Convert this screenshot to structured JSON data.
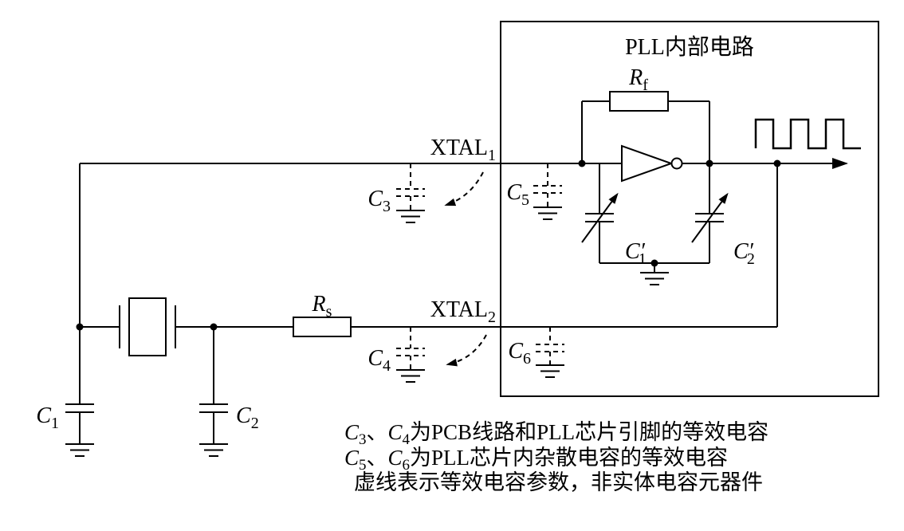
{
  "figure": {
    "box_title": "PLL内部电路",
    "labels": {
      "xtal1": {
        "main": "XTAL",
        "sub": "1"
      },
      "xtal2": {
        "main": "XTAL",
        "sub": "2"
      },
      "rf": {
        "main": "R",
        "sub": "f"
      },
      "rs": {
        "main": "R",
        "sub": "s"
      },
      "c1": {
        "main": "C",
        "sub": "1"
      },
      "c2": {
        "main": "C",
        "sub": "2"
      },
      "c3": {
        "main": "C",
        "sub": "3"
      },
      "c4": {
        "main": "C",
        "sub": "4"
      },
      "c5": {
        "main": "C",
        "sub": "5"
      },
      "c6": {
        "main": "C",
        "sub": "6"
      },
      "c1_prime": {
        "main": "C",
        "prime": "′",
        "sub": "1"
      },
      "c2_prime": {
        "main": "C",
        "prime": "′",
        "sub": "2"
      }
    },
    "notes": [
      {
        "c_a": "C",
        "sub_a": "3",
        "sep": "、",
        "c_b": "C",
        "sub_b": "4",
        "rest": "为PCB线路和PLL芯片引脚的等效电容"
      },
      {
        "c_a": "C",
        "sub_a": "5",
        "sep": "、",
        "c_b": "C",
        "sub_b": "6",
        "rest": "为PLL芯片内杂散电容的等效电容"
      },
      {
        "text": "虚线表示等效电容参数，非实体电容元器件"
      }
    ],
    "colors": {
      "line": "#000000",
      "background": "#ffffff"
    }
  }
}
